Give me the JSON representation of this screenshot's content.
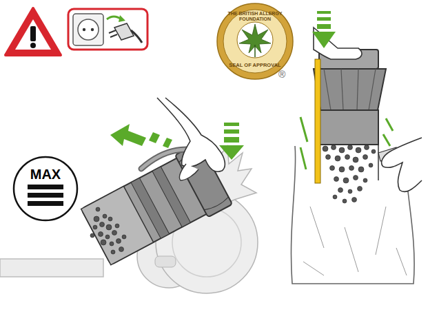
{
  "diagram": {
    "nodes": [
      {
        "text": [
          "THE BRITISH ALLERGY FOUNDATION",
          "SEAL OF APPROVAL"
        ]
      },
      {
        "text": [
          "MAX"
        ]
      }
    ],
    "labels": [
      "®"
    ]
  }
}
